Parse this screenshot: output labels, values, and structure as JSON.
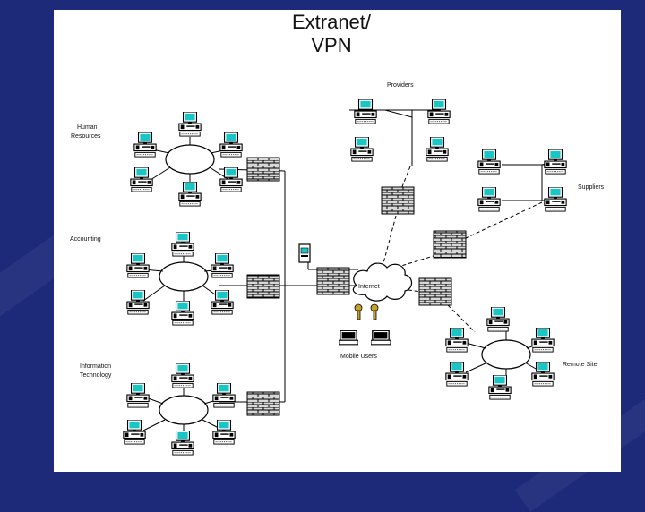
{
  "slide": {
    "title_line1": "Extranet/",
    "title_line2": "VPN"
  },
  "labels": {
    "providers": "Providers",
    "human_resources_1": "Human",
    "human_resources_2": "Resources",
    "suppliers": "Suppliers",
    "accounting": "Accounting",
    "internet": "Internet",
    "mobile_users": "Mobile Users",
    "information_technology_1": "Information",
    "information_technology_2": "Technology",
    "remote_site": "Remote Site"
  },
  "colors": {
    "background": "#1d2a7a",
    "slide": "#ffffff",
    "monitor_screen": "#19c6c6",
    "firewall_brick": "#d8d8d8",
    "key": "#c8a227"
  }
}
